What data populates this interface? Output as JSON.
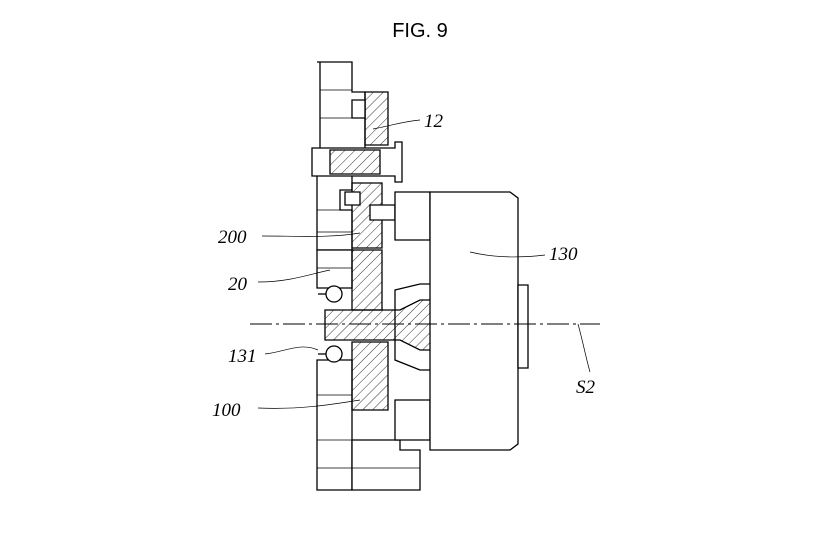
{
  "figure": {
    "title": "FIG. 9",
    "labels": {
      "ref_12": "12",
      "ref_200": "200",
      "ref_20": "20",
      "ref_130": "130",
      "ref_131": "131",
      "ref_100": "100",
      "ref_s2": "S2"
    }
  },
  "colors": {
    "line": "#000000",
    "background": "#ffffff"
  }
}
